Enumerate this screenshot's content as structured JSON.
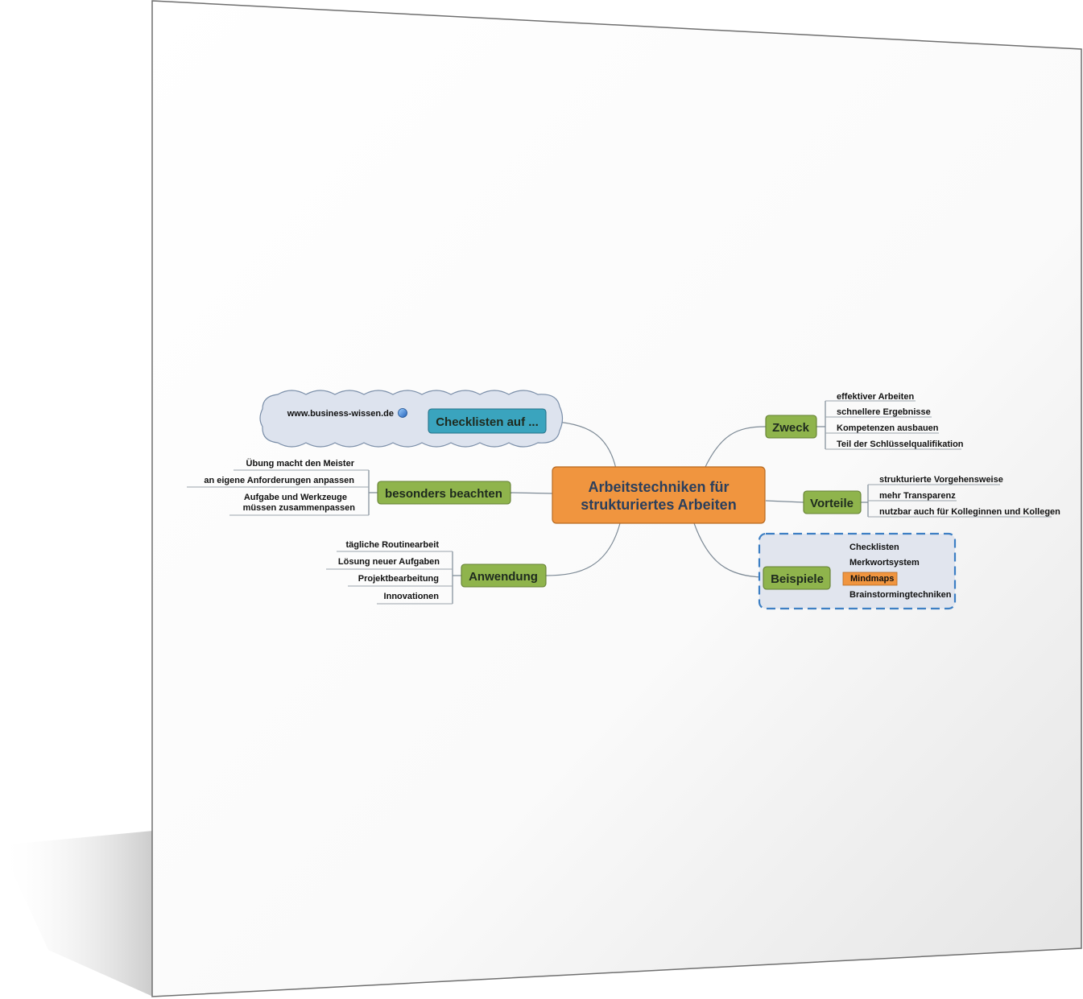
{
  "mindmap": {
    "center": {
      "line1": "Arbeitstechniken für",
      "line2": "strukturiertes Arbeiten"
    },
    "branches": {
      "checklisten": {
        "label": "Checklisten auf ...",
        "leaves": [
          "www.business-wissen.de"
        ]
      },
      "beachten": {
        "label": "besonders beachten",
        "leaves": [
          "Übung macht den Meister",
          "an eigene Anforderungen anpassen",
          "Aufgabe und Werkzeuge",
          "müssen zusammenpassen"
        ]
      },
      "anwendung": {
        "label": "Anwendung",
        "leaves": [
          "tägliche Routinearbeit",
          "Lösung neuer Aufgaben",
          "Projektbearbeitung",
          "Innovationen"
        ]
      },
      "zweck": {
        "label": "Zweck",
        "leaves": [
          "effektiver Arbeiten",
          "schnellere Ergebnisse",
          "Kompetenzen ausbauen",
          "Teil der Schlüsselqualifikation"
        ]
      },
      "vorteile": {
        "label": "Vorteile",
        "leaves": [
          "strukturierte Vorgehensweise",
          "mehr Transparenz",
          "nutzbar auch für Kolleginnen und Kollegen"
        ]
      },
      "beispiele": {
        "label": "Beispiele",
        "leaves": [
          "Checklisten",
          "Merkwortsystem",
          "Mindmaps",
          "Brainstormingtechniken"
        ]
      }
    },
    "colors": {
      "center": "#f0953f",
      "branch": "#8fb44c",
      "checklisten": "#3aa4be",
      "highlight": "#f0953f",
      "cloud": "#dce3ee",
      "dashed_border": "#3d7fc4"
    },
    "icons": {
      "link": "globe-icon"
    }
  }
}
